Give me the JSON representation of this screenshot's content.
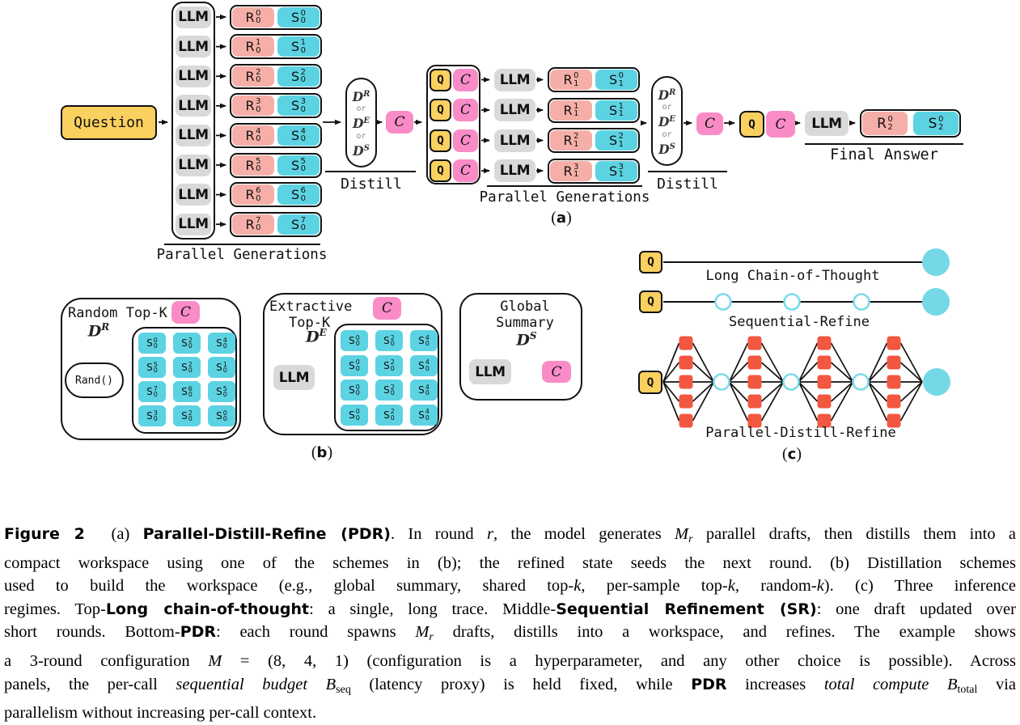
{
  "colors": {
    "yellow": "#FAD05F",
    "gray": "#D9D9D9",
    "salmon": "#F5AFA8",
    "cyan": "#5CD3E2",
    "pink": "#F98CC6",
    "red": "#F2573F",
    "circle_fill": "#74D8E6",
    "circle_stroke": "#7BDBE9"
  },
  "panel_a": {
    "question": "Question",
    "llm": "LLM",
    "q": "Q",
    "c": "C",
    "distill_label": "Distill",
    "scheme": {
      "base": "D",
      "sups": [
        "R",
        "E",
        "S"
      ],
      "or": "or"
    },
    "parallel_generations": "Parallel Generations",
    "final_answer": "Final Answer",
    "tag": {
      "pre": "(",
      "letter": "a",
      "post": ")"
    },
    "r_base": "R",
    "s_base": "S",
    "rounds": [
      {
        "sub": "0",
        "sups": [
          "0",
          "1",
          "2",
          "3",
          "4",
          "5",
          "6",
          "7"
        ]
      },
      {
        "sub": "1",
        "sups": [
          "0",
          "1",
          "2",
          "3"
        ]
      },
      {
        "sub": "2",
        "sups": [
          "0"
        ]
      }
    ]
  },
  "panel_b": {
    "tag": {
      "pre": "(",
      "letter": "b",
      "post": ")"
    },
    "c": "C",
    "llm": "LLM",
    "random": {
      "title": "Random Top-K",
      "scheme": {
        "base": "D",
        "sup": "R"
      },
      "rand": "Rand()",
      "token_base": "S",
      "token_sub": "0",
      "grid_sups": [
        [
          "0",
          "2",
          "4"
        ],
        [
          "5",
          "2",
          "1"
        ],
        [
          "7",
          "6",
          "5"
        ],
        [
          "3",
          "2",
          "0"
        ]
      ]
    },
    "extractive": {
      "title1": "Extractive",
      "title2": "Top-K",
      "scheme": {
        "base": "D",
        "sup": "E"
      },
      "token_base": "S",
      "token_sub": "0",
      "grid_sups": [
        [
          "0",
          "2",
          "4"
        ],
        [
          "0",
          "2",
          "4"
        ],
        [
          "0",
          "2",
          "4"
        ],
        [
          "0",
          "2",
          "4"
        ]
      ]
    },
    "global": {
      "title1": "Global",
      "title2": "Summary",
      "scheme": {
        "base": "D",
        "sup": "S"
      }
    }
  },
  "panel_c": {
    "tag": {
      "pre": "(",
      "letter": "c",
      "post": ")"
    },
    "q": "Q",
    "labels": {
      "lcot": "Long Chain-of-Thought",
      "sr": "Sequential-Refine",
      "pdr": "Parallel-Distill-Refine"
    }
  },
  "caption": {
    "lines": [
      [
        {
          "t": "Figure 2",
          "s": "bf"
        },
        {
          "t": "  (a) ",
          "s": "rm"
        },
        {
          "t": "Parallel-Distill-Refine (PDR)",
          "s": "bf"
        },
        {
          "t": ". In round ",
          "s": "rm"
        },
        {
          "t": "r",
          "s": "it"
        },
        {
          "t": ", the model generates ",
          "s": "rm"
        },
        {
          "t": "M",
          "s": "it"
        },
        {
          "t": "r",
          "s": "itsub"
        },
        {
          "t": " parallel drafts, then distills them into a",
          "s": "rm"
        }
      ],
      [
        {
          "t": "compact workspace using one of the schemes in (b); the refined state seeds the next round. (b) Distillation schemes",
          "s": "rm"
        }
      ],
      [
        {
          "t": "used to build the workspace (e.g., global summary, shared top-",
          "s": "rm"
        },
        {
          "t": "k",
          "s": "it"
        },
        {
          "t": ", per-sample top-",
          "s": "rm"
        },
        {
          "t": "k",
          "s": "it"
        },
        {
          "t": ", random-",
          "s": "rm"
        },
        {
          "t": "k",
          "s": "it"
        },
        {
          "t": "). (c) Three inference",
          "s": "rm"
        }
      ],
      [
        {
          "t": "regimes. Top-",
          "s": "rm"
        },
        {
          "t": "Long chain-of-thought",
          "s": "bf"
        },
        {
          "t": ": a single, long trace. Middle-",
          "s": "rm"
        },
        {
          "t": "Sequential Refinement (SR)",
          "s": "bf"
        },
        {
          "t": ": one draft updated over",
          "s": "rm"
        }
      ],
      [
        {
          "t": "short rounds. Bottom-",
          "s": "rm"
        },
        {
          "t": "PDR",
          "s": "bf"
        },
        {
          "t": ": each round spawns ",
          "s": "rm"
        },
        {
          "t": "M",
          "s": "it"
        },
        {
          "t": "r",
          "s": "itsub"
        },
        {
          "t": " drafts, distills into a workspace, and refines. The example shows",
          "s": "rm"
        }
      ],
      [
        {
          "t": "a 3-round configuration ",
          "s": "rm"
        },
        {
          "t": "M",
          "s": "it"
        },
        {
          "t": " = (8, 4, 1) (configuration is a hyperparameter, and any other choice is possible). Across",
          "s": "rm"
        }
      ],
      [
        {
          "t": "panels, the per-call ",
          "s": "rm"
        },
        {
          "t": "sequential budget",
          "s": "it"
        },
        {
          "t": " ",
          "s": "rm"
        },
        {
          "t": "B",
          "s": "it"
        },
        {
          "t": "seq",
          "s": "rmsub"
        },
        {
          "t": " (latency proxy) is held fixed, while ",
          "s": "rm"
        },
        {
          "t": "PDR",
          "s": "bf"
        },
        {
          "t": " increases ",
          "s": "rm"
        },
        {
          "t": "total compute",
          "s": "it"
        },
        {
          "t": " ",
          "s": "rm"
        },
        {
          "t": "B",
          "s": "it"
        },
        {
          "t": "total",
          "s": "rmsub"
        },
        {
          "t": " via",
          "s": "rm"
        }
      ],
      [
        {
          "t": "parallelism without increasing per-call context.",
          "s": "rm"
        }
      ]
    ]
  }
}
